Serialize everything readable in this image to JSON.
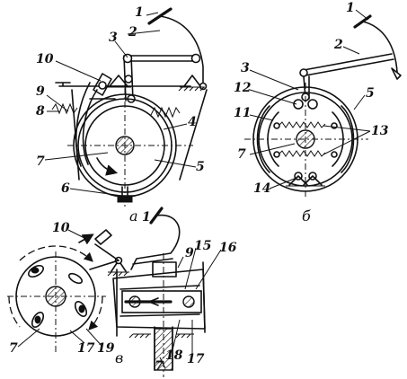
{
  "panels": {
    "a": {
      "caption": "а",
      "labels": [
        "1",
        "2",
        "3",
        "10",
        "9",
        "8",
        "4",
        "7",
        "5",
        "6"
      ]
    },
    "b": {
      "caption": "б",
      "labels": [
        "1",
        "2",
        "3",
        "5",
        "12",
        "11",
        "13",
        "7",
        "14"
      ]
    },
    "c": {
      "caption": "в",
      "labels": [
        "1",
        "10",
        "9",
        "15",
        "16",
        "7",
        "17",
        "19",
        "18",
        "17",
        "7"
      ]
    }
  }
}
